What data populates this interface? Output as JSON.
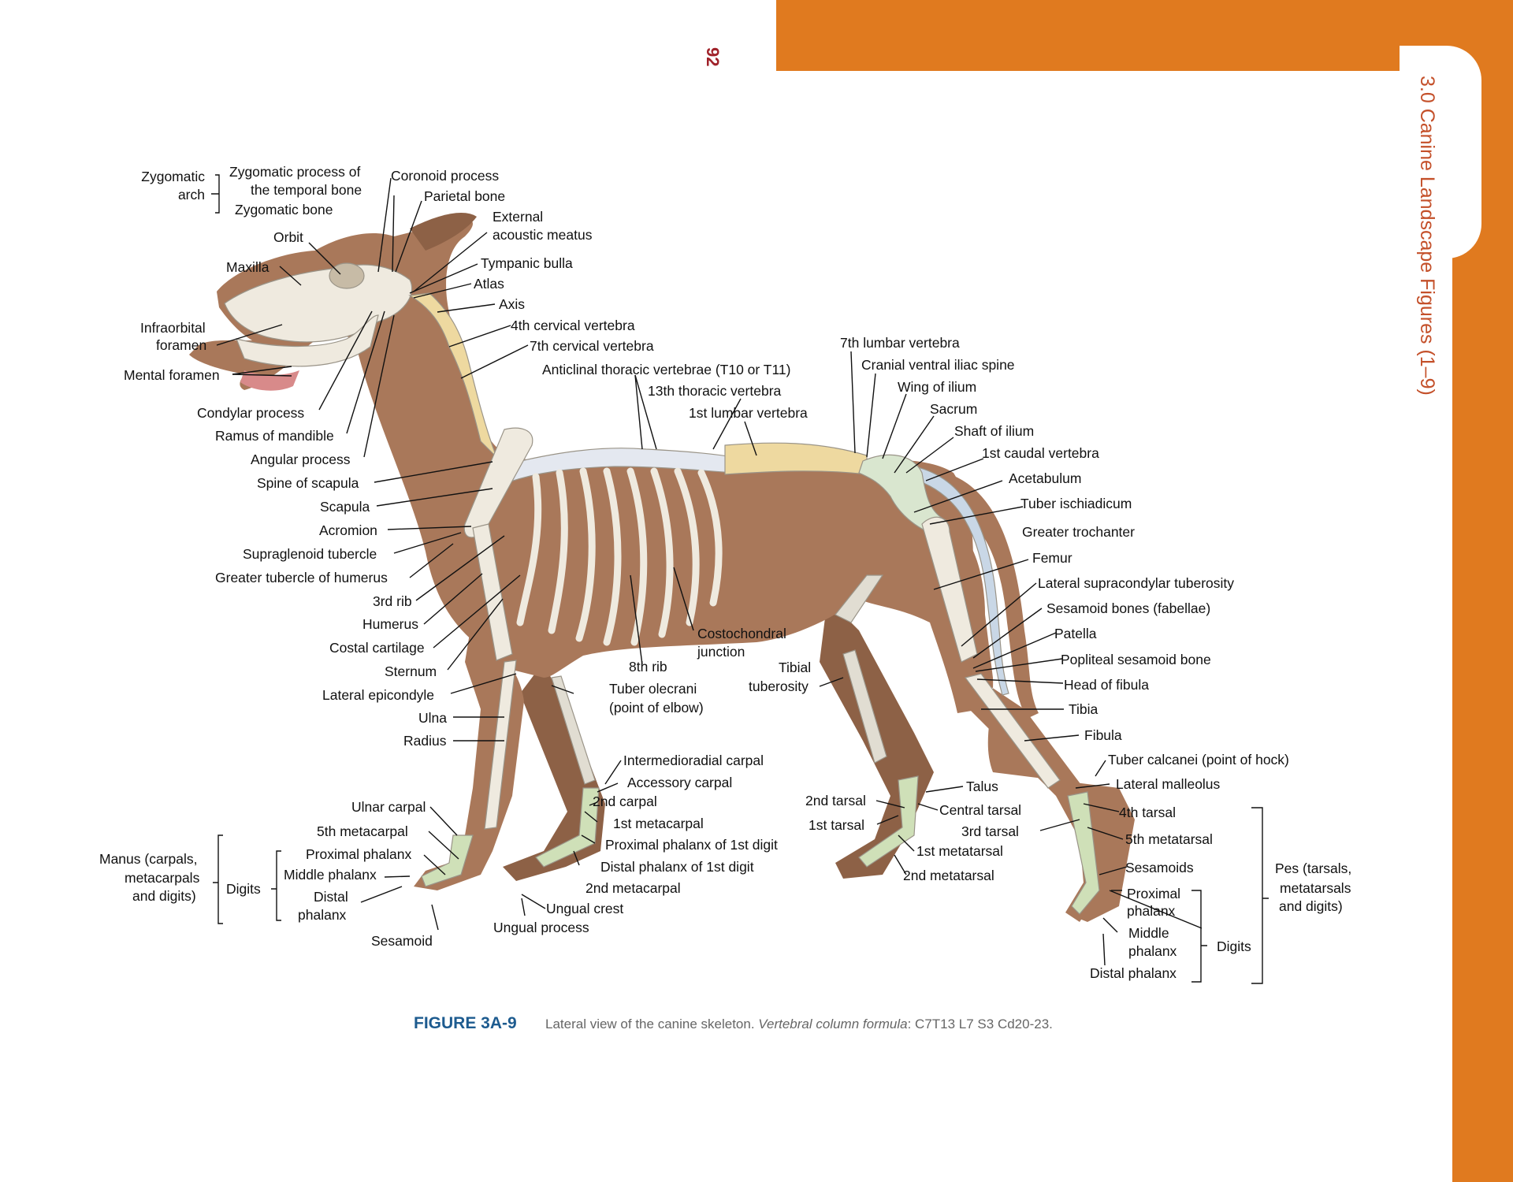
{
  "page": {
    "number": "92",
    "section_title": "3.0 Canine Landscape Figures (1–9)"
  },
  "caption": {
    "figure_label": "FIGURE 3A-9",
    "text": "Lateral view of the canine skeleton.",
    "formula_label": "Vertebral column formula",
    "formula": "C7T13 L7 S3 Cd20-23."
  },
  "labels": {
    "zygomatic_arch_1": "Zygomatic",
    "zygomatic_arch_2": "arch",
    "zygomatic_process_1": "Zygomatic process of",
    "zygomatic_process_2": "the temporal bone",
    "zygomatic_bone": "Zygomatic bone",
    "coronoid_process": "Coronoid process",
    "parietal_bone": "Parietal bone",
    "external_acoustic_1": "External",
    "external_acoustic_2": "acoustic meatus",
    "orbit": "Orbit",
    "maxilla": "Maxilla",
    "tympanic_bulla": "Tympanic bulla",
    "atlas": "Atlas",
    "axis": "Axis",
    "infraorbital_1": "Infraorbital",
    "infraorbital_2": "foramen",
    "fourth_cervical": "4th cervical vertebra",
    "seventh_cervical": "7th cervical vertebra",
    "mental_foramen": "Mental foramen",
    "anticlinal": "Anticlinal thoracic vertebrae (T10 or T11)",
    "seventh_lumbar": "7th lumbar vertebra",
    "cranial_ventral_iliac": "Cranial ventral iliac spine",
    "thirteenth_thoracic": "13th thoracic vertebra",
    "wing_of_ilium": "Wing of ilium",
    "condylar_process": "Condylar process",
    "first_lumbar": "1st lumbar vertebra",
    "sacrum": "Sacrum",
    "ramus_of_mandible": "Ramus of mandible",
    "shaft_of_ilium": "Shaft of ilium",
    "first_caudal": "1st caudal vertebra",
    "angular_process": "Angular process",
    "acetabulum": "Acetabulum",
    "spine_of_scapula": "Spine of scapula",
    "tuber_ischiadicum": "Tuber ischiadicum",
    "scapula": "Scapula",
    "greater_trochanter": "Greater trochanter",
    "acromion": "Acromion",
    "femur": "Femur",
    "supraglenoid": "Supraglenoid tubercle",
    "lateral_supracondylar": "Lateral supracondylar tuberosity",
    "greater_tubercle": "Greater tubercle of humerus",
    "third_rib": "3rd rib",
    "sesamoid_fabellae": "Sesamoid bones (fabellae)",
    "humerus": "Humerus",
    "costochondral_1": "Costochondral",
    "costochondral_2": "junction",
    "patella": "Patella",
    "costal_cartilage": "Costal cartilage",
    "popliteal_sesamoid": "Popliteal sesamoid bone",
    "eighth_rib": "8th rib",
    "tibial_tuberosity_1": "Tibial",
    "tibial_tuberosity_2": "tuberosity",
    "sternum": "Sternum",
    "head_of_fibula": "Head of fibula",
    "lateral_epicondyle": "Lateral epicondyle",
    "tuber_olecrani_1": "Tuber olecrani",
    "tuber_olecrani_2": "(point of elbow)",
    "tibia": "Tibia",
    "ulna": "Ulna",
    "radius": "Radius",
    "fibula": "Fibula",
    "intermedioradial_carpal": "Intermedioradial carpal",
    "tuber_calcanei": "Tuber calcanei (point of hock)",
    "accessory_carpal": "Accessory carpal",
    "talus": "Talus",
    "lateral_malleolus": "Lateral malleolus",
    "second_carpal": "2nd carpal",
    "ulnar_carpal": "Ulnar carpal",
    "second_tarsal": "2nd tarsal",
    "central_tarsal": "Central tarsal",
    "fourth_tarsal": "4th tarsal",
    "first_metacarpal": "1st metacarpal",
    "first_tarsal": "1st tarsal",
    "fifth_metacarpal": "5th metacarpal",
    "third_tarsal": "3rd tarsal",
    "fifth_metatarsal": "5th metatarsal",
    "proximal_phalanx_1st": "Proximal phalanx of 1st digit",
    "manus_1": "Manus (carpals,",
    "proximal_phalanx_f": "Proximal phalanx",
    "first_metatarsal": "1st metatarsal",
    "pes_1": "Pes (tarsals,",
    "metacarpals_2": "metacarpals",
    "distal_phalanx_1st": "Distal phalanx of 1st digit",
    "sesamoids": "Sesamoids",
    "pes_2": "metatarsals",
    "digits_f": "Digits",
    "middle_phalanx_f": "Middle phalanx",
    "second_metatarsal": "2nd metatarsal",
    "and_digits": "and digits)",
    "proximal_h_1": "Proximal",
    "pes_3": "and digits)",
    "second_metacarpal": "2nd metacarpal",
    "distal_f_1": "Distal",
    "proximal_h_2": "phalanx",
    "distal_f_2": "phalanx",
    "ungual_crest": "Ungual crest",
    "middle_h_1": "Middle",
    "digits_h": "Digits",
    "ungual_process": "Ungual process",
    "middle_h_2": "phalanx",
    "sesamoid": "Sesamoid",
    "distal_phalanx_h": "Distal phalanx"
  },
  "colors": {
    "accent_orange": "#e07a1f",
    "section_title": "#c4502a",
    "page_number": "#a0222a",
    "figure_label": "#1d5b8f",
    "body_fill": "#a9785a",
    "bone_white": "#efeadf",
    "vertebra_yellow": "#eed9a0",
    "foot_bone_green": "#cfe0b8"
  }
}
